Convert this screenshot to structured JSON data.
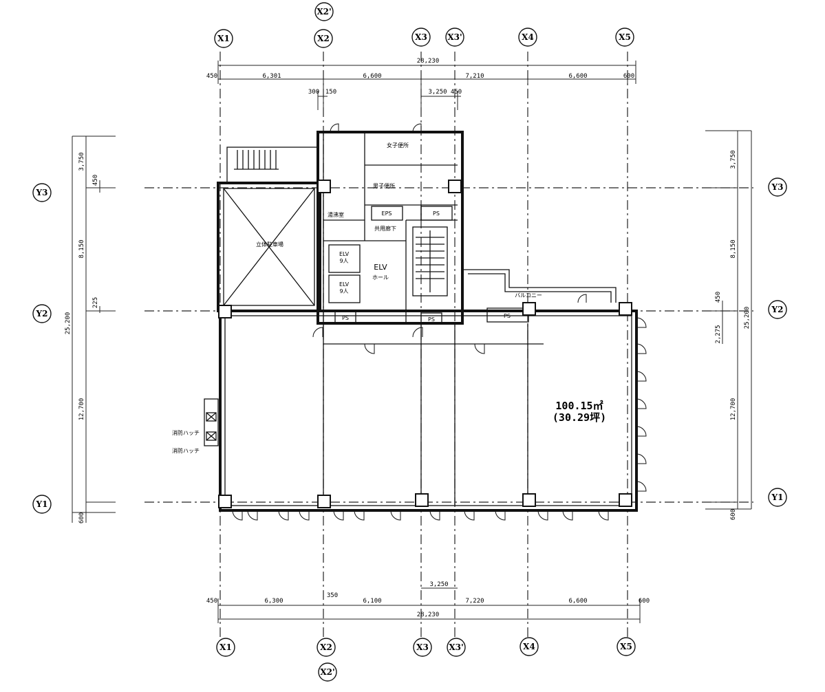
{
  "grid_bubbles": {
    "x_top": [
      "X1",
      "X2",
      "X3",
      "X3'",
      "X4",
      "X5"
    ],
    "x_top_extra": "X2'",
    "x_bottom": [
      "X1",
      "X2",
      "X3",
      "X3'",
      "X4",
      "X5"
    ],
    "x_bottom_extra": "X2'",
    "y_left": [
      "Y3",
      "Y2",
      "Y1"
    ],
    "y_right": [
      "Y3",
      "Y2",
      "Y1"
    ]
  },
  "dims_top": {
    "total": "28,230",
    "segments": [
      "450",
      "6,301",
      "6,600",
      "7,210",
      "6,600",
      "600"
    ],
    "sub": [
      "300",
      "150",
      "3,250",
      "450"
    ]
  },
  "dims_bottom": {
    "total": "28,230",
    "segments": [
      "450",
      "6,300",
      "350",
      "6,100",
      "7,220",
      "6,600",
      "600"
    ],
    "sub": [
      "3,250"
    ]
  },
  "dims_left": {
    "total": "25,200",
    "segments": [
      "3,750",
      "450",
      "8,150",
      "225",
      "12,700",
      "600"
    ]
  },
  "dims_right": {
    "total": "25,200",
    "segments": [
      "3,750",
      "8,150",
      "450",
      "2,275",
      "12,700",
      "600"
    ]
  },
  "rooms": {
    "parking": "立体駐車場",
    "elv_hall_1": "ELV",
    "elv_hall_2": "ホール",
    "elv1_a": "ELV",
    "elv1_b": "9人",
    "elv2_a": "ELV",
    "elv2_b": "9人",
    "womens_wc": "女子便所",
    "mens_wc": "男子便所",
    "eps": "EPS",
    "ps1": "PS",
    "ps2": "PS",
    "ps3": "PS",
    "ps4": "PS",
    "hot_water": "湯沸室",
    "balcony": "バルコニー",
    "corridor_note": "共用廊下",
    "area_line1": "100.15㎡",
    "area_line2": "(30.29坪)",
    "side_hatch1": "消防ハッチ",
    "side_hatch2": "消防ハッチ"
  }
}
